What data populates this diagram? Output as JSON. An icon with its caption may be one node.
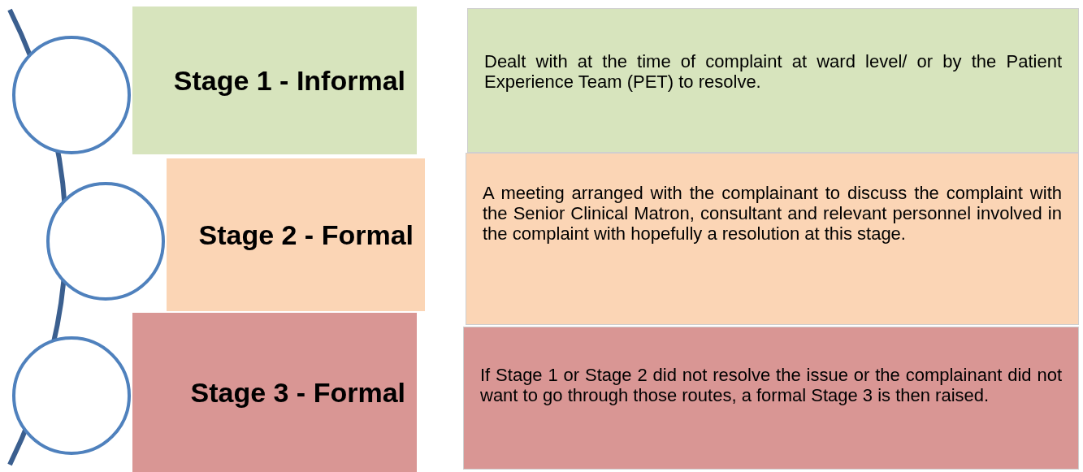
{
  "diagram": {
    "nodes": [
      {
        "text": [],
        "shape": "circle"
      },
      {
        "text": [
          "Stage 1 - Informal"
        ]
      },
      {
        "text": [
          "Dealt with at the time of complaint at ward level/ or by the Patient Experience Team (PET) to resolve."
        ]
      },
      {
        "text": [],
        "shape": "circle"
      },
      {
        "text": [
          "Stage 2 - Formal"
        ]
      },
      {
        "text": [
          "A meeting arranged with the complainant to discuss the complaint with the Senior Clinical Matron, consultant and relevant personnel involved in the complaint with hopefully a resolution at this stage."
        ]
      },
      {
        "text": [],
        "shape": "circle"
      },
      {
        "text": [
          "Stage 3 - Formal"
        ]
      },
      {
        "text": [
          "If Stage 1 or Stage 2 did not resolve the issue or the complainant did not want to go through those routes, a formal Stage 3 is then raised."
        ]
      }
    ]
  }
}
